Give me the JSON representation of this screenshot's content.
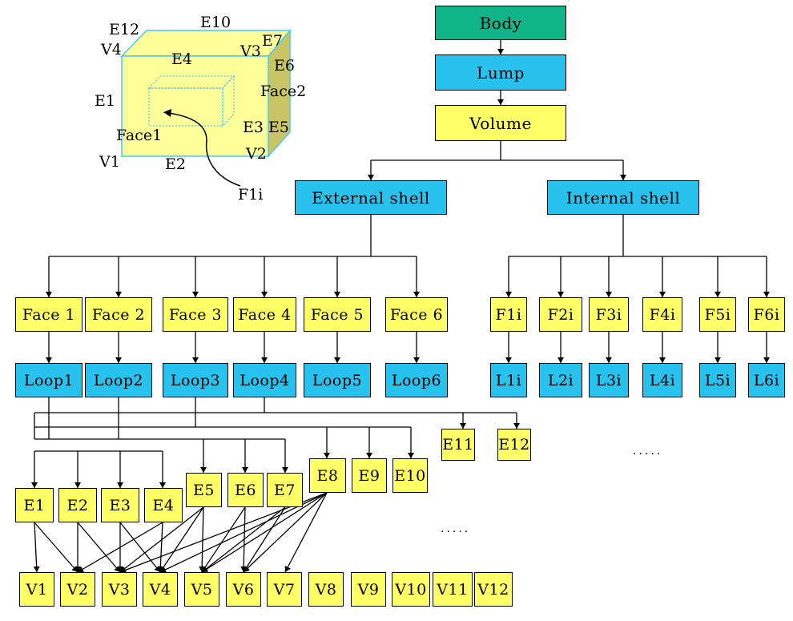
{
  "colors": {
    "green": "#12b58a",
    "blue": "#27c2ee",
    "yellow": "#ffff66",
    "cube_face": "#ffff99",
    "cube_side": "#c9c466",
    "cube_edge": "#44ccee"
  },
  "nodes": {
    "body": "Body",
    "lump": "Lump",
    "volume": "Volume",
    "external_shell": "External shell",
    "internal_shell": "Internal shell",
    "faces": [
      "Face 1",
      "Face 2",
      "Face 3",
      "Face 4",
      "Face 5",
      "Face 6"
    ],
    "loops": [
      "Loop1",
      "Loop2",
      "Loop3",
      "Loop4",
      "Loop5",
      "Loop6"
    ],
    "inner_faces": [
      "F1i",
      "F2i",
      "F3i",
      "F4i",
      "F5i",
      "F6i"
    ],
    "inner_loops": [
      "L1i",
      "L2i",
      "L3i",
      "L4i",
      "L5i",
      "L6i"
    ],
    "edges": [
      "E1",
      "E2",
      "E3",
      "E4",
      "E5",
      "E6",
      "E7",
      "E8",
      "E9",
      "E10",
      "E11",
      "E12"
    ],
    "vertices": [
      "V1",
      "V2",
      "V3",
      "V4",
      "V5",
      "V6",
      "V7",
      "V8",
      "V9",
      "V10",
      "V11",
      "V12"
    ]
  },
  "ellipsis": [
    ".....",
    "....."
  ],
  "cube_labels": {
    "e12": "E12",
    "e10": "E10",
    "v4": "V4",
    "e4": "E4",
    "v3": "V3",
    "e7": "E7",
    "e6": "E6",
    "face2": "Face2",
    "e1": "E1",
    "e3": "E3",
    "e5": "E5",
    "face1": "Face1",
    "v1": "V1",
    "e2": "E2",
    "v2": "V2",
    "f1i": "F1i"
  }
}
